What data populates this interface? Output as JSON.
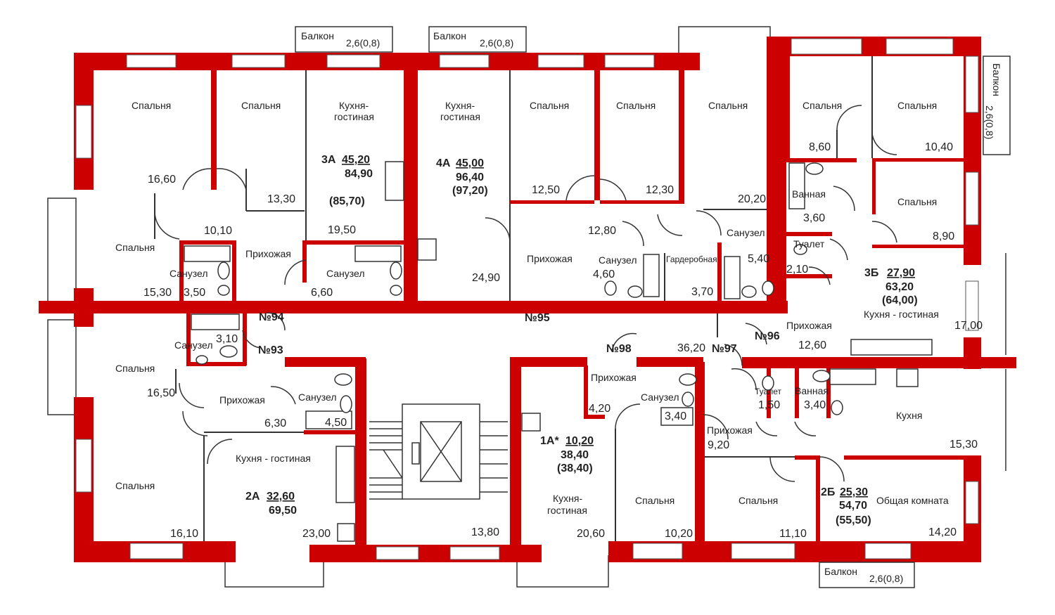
{
  "colors": {
    "wall": "#cc0000",
    "line": "#333333",
    "window": "#e6e6e6",
    "paper": "#ffffff"
  },
  "balconies": {
    "b1": {
      "label": "Балкон",
      "size": "2,6(0,8)"
    },
    "b2": {
      "label": "Балкон",
      "size": "2,6(0,8)"
    },
    "b3": {
      "label": "Балкон",
      "size": "2,6(0,8)"
    },
    "b4": {
      "label": "Балкон",
      "size": "2,6(0,8)"
    }
  },
  "rooms": {
    "r1": {
      "name": "Спальня",
      "area": "16,60"
    },
    "r2": {
      "name": "Спальня",
      "area": "13,30"
    },
    "r3": {
      "name": "Кухня-",
      "name2": "гостиная"
    },
    "r4": {
      "name": "Кухня-",
      "name2": "гостиная",
      "area": "24,90"
    },
    "r5": {
      "name": "Спальня",
      "area": "12,50"
    },
    "r6": {
      "name": "Спальня",
      "area": "12,30"
    },
    "r7": {
      "name": "Спальня",
      "area": "20,20"
    },
    "r8": {
      "name": "Спальня",
      "area": "8,60"
    },
    "r9": {
      "name": "Спальня",
      "area": "10,40"
    },
    "r10": {
      "name": "Спальня",
      "area": "8,90"
    },
    "r11": {
      "name": "Ванная",
      "area": "3,60"
    },
    "r12": {
      "name": "Туалет",
      "area": "2,10"
    },
    "r13": {
      "name": "Спальня",
      "area": "15,30"
    },
    "r14": {
      "name": "Санузел",
      "area": "3,50"
    },
    "r15": {
      "name": "Прихожая",
      "area": "10,10"
    },
    "r16": {
      "name": "Санузел",
      "area": "6,60"
    },
    "r17": {
      "name": "Прихожая",
      "area": "12,80"
    },
    "r18": {
      "name": "Санузел",
      "area": "4,60"
    },
    "r19": {
      "name": "Гардеробная",
      "area": "3,70"
    },
    "r20": {
      "name": "Санузел",
      "area": "5,40"
    },
    "r21": {
      "name": "Санузел",
      "area": "3,10"
    },
    "r22": {
      "name": "Спальня",
      "area": "16,50"
    },
    "r23": {
      "name": "Прихожая",
      "area": "6,30"
    },
    "r24": {
      "name": "Санузел",
      "area": "4,50"
    },
    "r25": {
      "name": "Кухня - гостиная",
      "area": "23,00"
    },
    "r26": {
      "name": "Спальня",
      "area": "16,10"
    },
    "r27": {
      "name": "Прихожая",
      "area": "4,20"
    },
    "r28": {
      "name": "Санузел",
      "area": "3,40"
    },
    "r29": {
      "name": "Кухня-",
      "name2": "гостиная",
      "area": "20,60"
    },
    "r30": {
      "name": "Спальня",
      "area": "10,20"
    },
    "r31": {
      "name": "Прихожая",
      "area": "9,20"
    },
    "r32": {
      "name": "Туалет",
      "area": "1,50"
    },
    "r33": {
      "name": "Ванная",
      "area": "3,40"
    },
    "r34": {
      "name": "Кухня",
      "area": "15,30"
    },
    "r35": {
      "name": "Спальня",
      "area": "11,10"
    },
    "r36": {
      "name": "Общая комната",
      "area": "14,20"
    },
    "r37": {
      "name": "Прихожая",
      "area": "12,60"
    },
    "r38": {
      "name": "Кухня - гостиная",
      "area": "17,00"
    }
  },
  "stair": {
    "area": "13,80"
  },
  "corridor": {
    "area": "36,20"
  },
  "apartments": {
    "a3a": {
      "code": "3А",
      "living": "45,20",
      "total": "84,90",
      "alt": "(85,70)",
      "extra": "19,50"
    },
    "a4a": {
      "code": "4А",
      "living": "45,00",
      "total": "96,40",
      "alt": "(97,20)"
    },
    "a3b": {
      "code": "3Б",
      "living": "27,90",
      "total": "63,20",
      "alt": "(64,00)"
    },
    "a2a": {
      "code": "2А",
      "living": "32,60",
      "total": "69,50"
    },
    "a1a": {
      "code": "1А*",
      "living": "10,20",
      "total": "38,40",
      "alt": "(38,40)"
    },
    "a2b": {
      "code": "2Б",
      "living": "25,30",
      "total": "54,70",
      "alt": "(55,50)"
    }
  },
  "door_numbers": {
    "n93": "№93",
    "n94": "№94",
    "n95": "№95",
    "n96": "№96",
    "n97": "№97",
    "n98": "№98"
  }
}
